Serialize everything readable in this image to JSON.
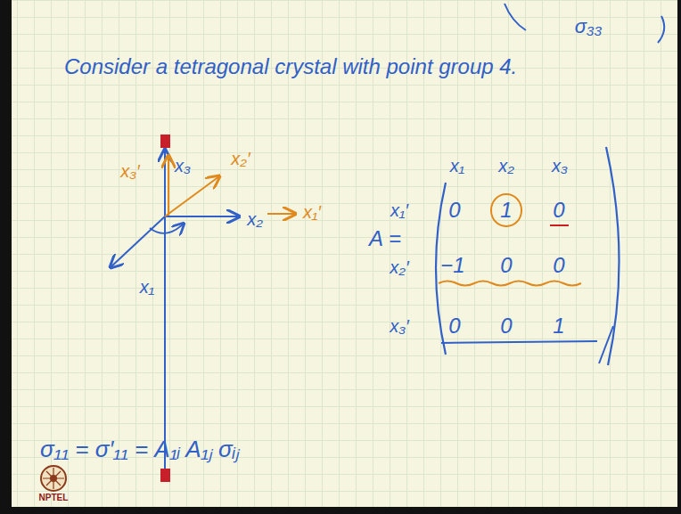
{
  "diagram": {
    "nodes": [
      {
        "text": [
          "1"
        ]
      }
    ],
    "labels": [
      "σ₃₃",
      "Consider a tetragonal crystal with point group 4.",
      "x₃′",
      "x₃",
      "x₂′",
      "x₂",
      "x₁′",
      "x₁",
      "A =",
      "x₁",
      "x₂",
      "x₃",
      "x₁′",
      "0",
      "0",
      "x₂′",
      "−1",
      "0",
      "0",
      "x₃′",
      "0",
      "0",
      "1",
      "σ₁₁ = σ′₁₁ = A₁ᵢ A₁ⱼ σᵢⱼ",
      "NPTEL"
    ]
  }
}
